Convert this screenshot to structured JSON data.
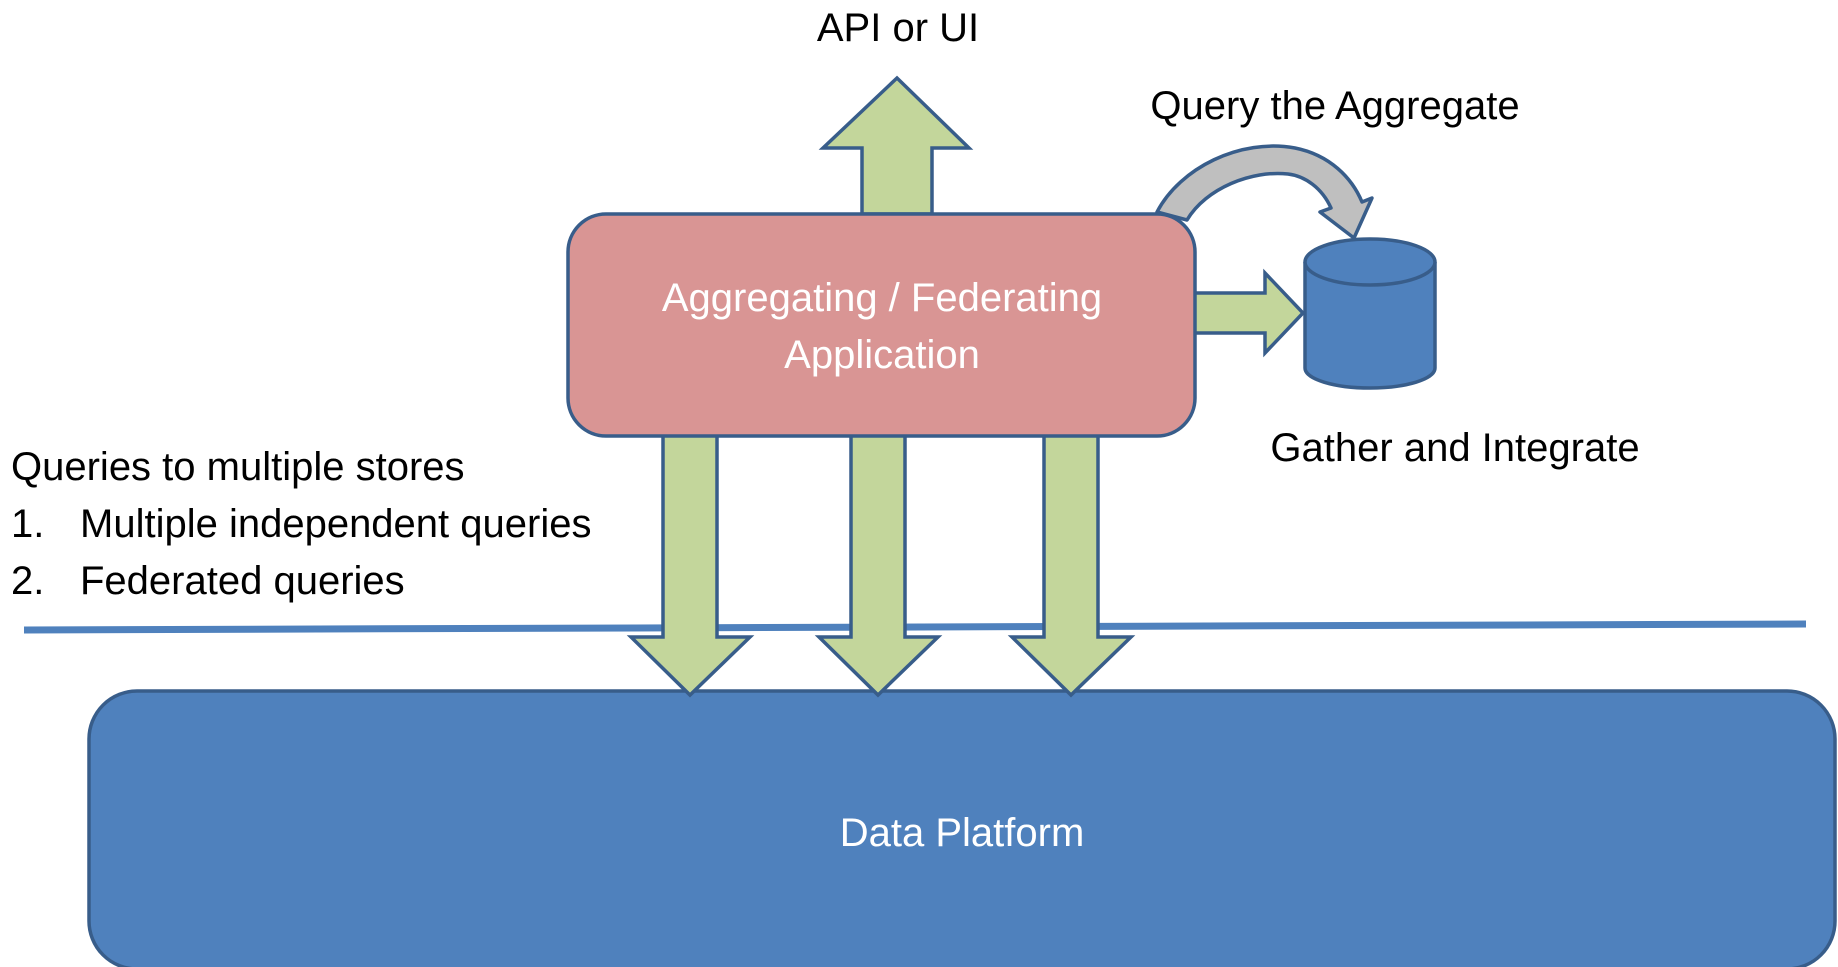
{
  "diagram": {
    "top_output": "API or UI",
    "query_aggregate": "Query the Aggregate",
    "app_box": {
      "line1": "Aggregating / Federating",
      "line2": "Application"
    },
    "gather": "Gather and Integrate",
    "queries_note": {
      "title": "Queries to multiple stores",
      "items": [
        {
          "number": "1.",
          "text": "Multiple independent queries"
        },
        {
          "number": "2.",
          "text": "Federated queries"
        }
      ]
    },
    "platform": "Data Platform"
  },
  "colors": {
    "platform_fill": "#4f81bd",
    "platform_stroke": "#385d8a",
    "app_fill": "#d99594",
    "app_stroke": "#385d8a",
    "arrow_fill": "#c3d69b",
    "arrow_stroke": "#385d8a",
    "curved_arrow_fill": "#bfbfbf",
    "curved_arrow_stroke": "#385d8a",
    "database_fill": "#4f81bd",
    "database_stroke": "#385d8a",
    "divider": "#4f81bd"
  }
}
